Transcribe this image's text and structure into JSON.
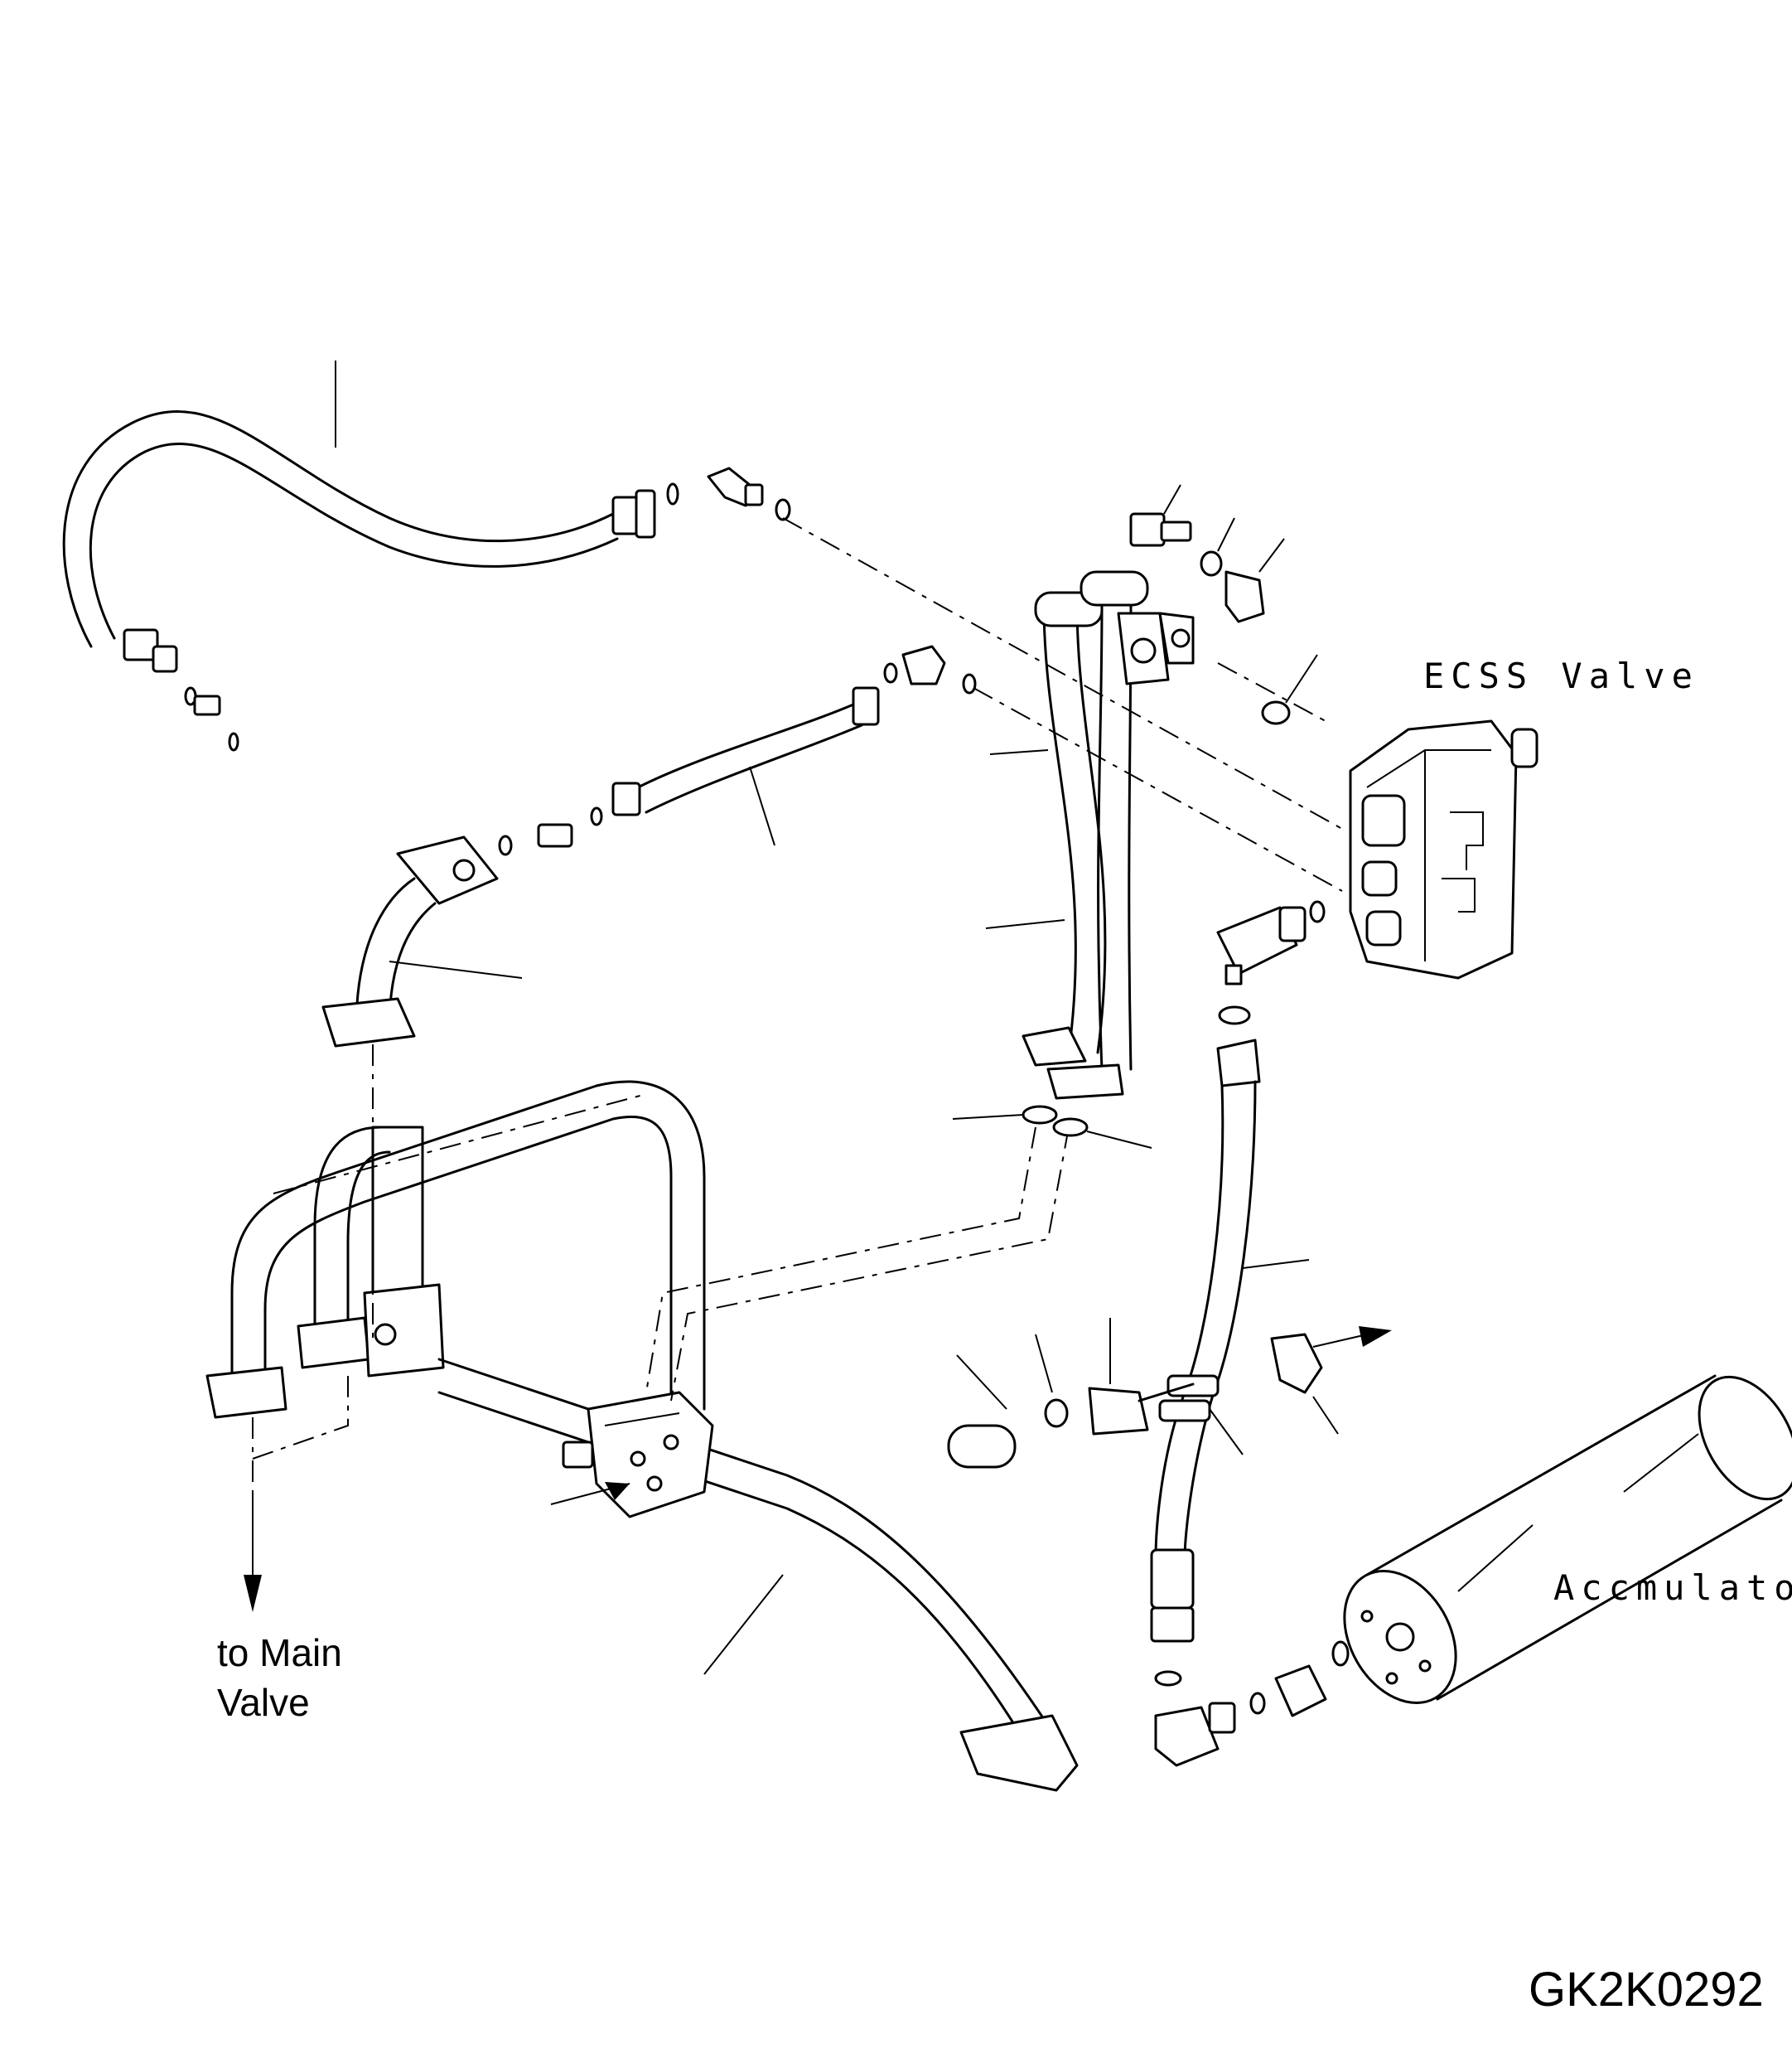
{
  "labels": {
    "ecss_valve": "ECSS Valve",
    "accumulator": "Accmulator",
    "to_main_valve_line1": "to Main",
    "to_main_valve_line2": "Valve",
    "drawing_code": "GK2K0292"
  },
  "colors": {
    "ink": "#000000",
    "paper": "#ffffff"
  }
}
